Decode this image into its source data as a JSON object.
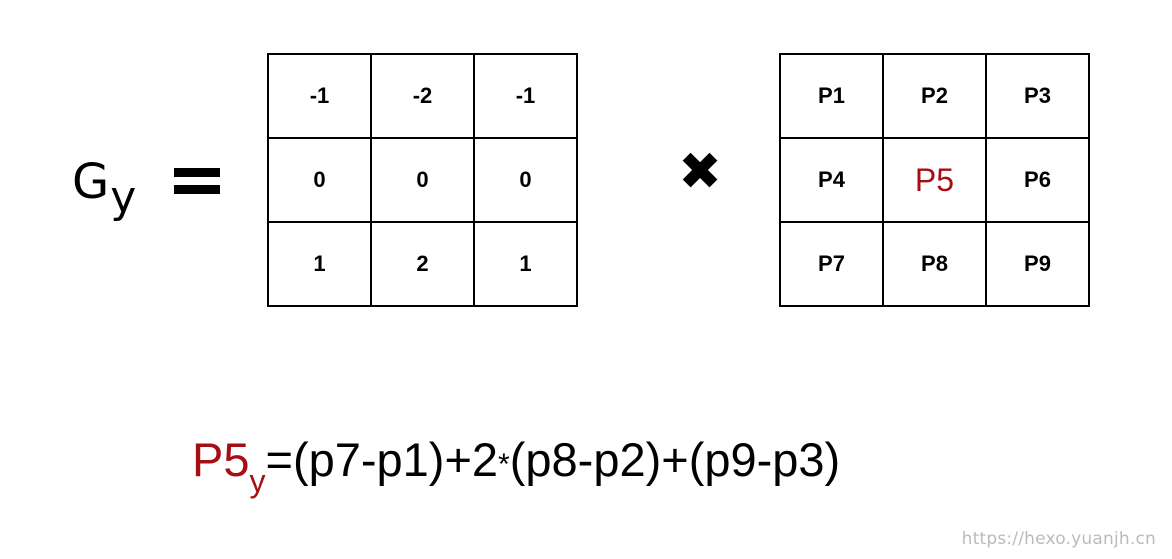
{
  "operator_label": {
    "main": "G",
    "subscript": "y"
  },
  "kernel": {
    "rows": [
      [
        "-1",
        "-2",
        "-1"
      ],
      [
        "0",
        "0",
        "0"
      ],
      [
        "1",
        "2",
        "1"
      ]
    ]
  },
  "multiply_symbol": "✖",
  "pixels": {
    "rows": [
      [
        "P1",
        "P2",
        "P3"
      ],
      [
        "P4",
        "P5",
        "P6"
      ],
      [
        "P7",
        "P8",
        "P9"
      ]
    ],
    "highlight_color": "#a50f14"
  },
  "formula": {
    "lhs": "P5",
    "lhs_subscript": "y",
    "rhs_part1": "=(p7-p1)+2",
    "star": "*",
    "rhs_part2": "(p8-p2)+(p9-p3)"
  },
  "watermark": "https://hexo.yuanjh.cn"
}
